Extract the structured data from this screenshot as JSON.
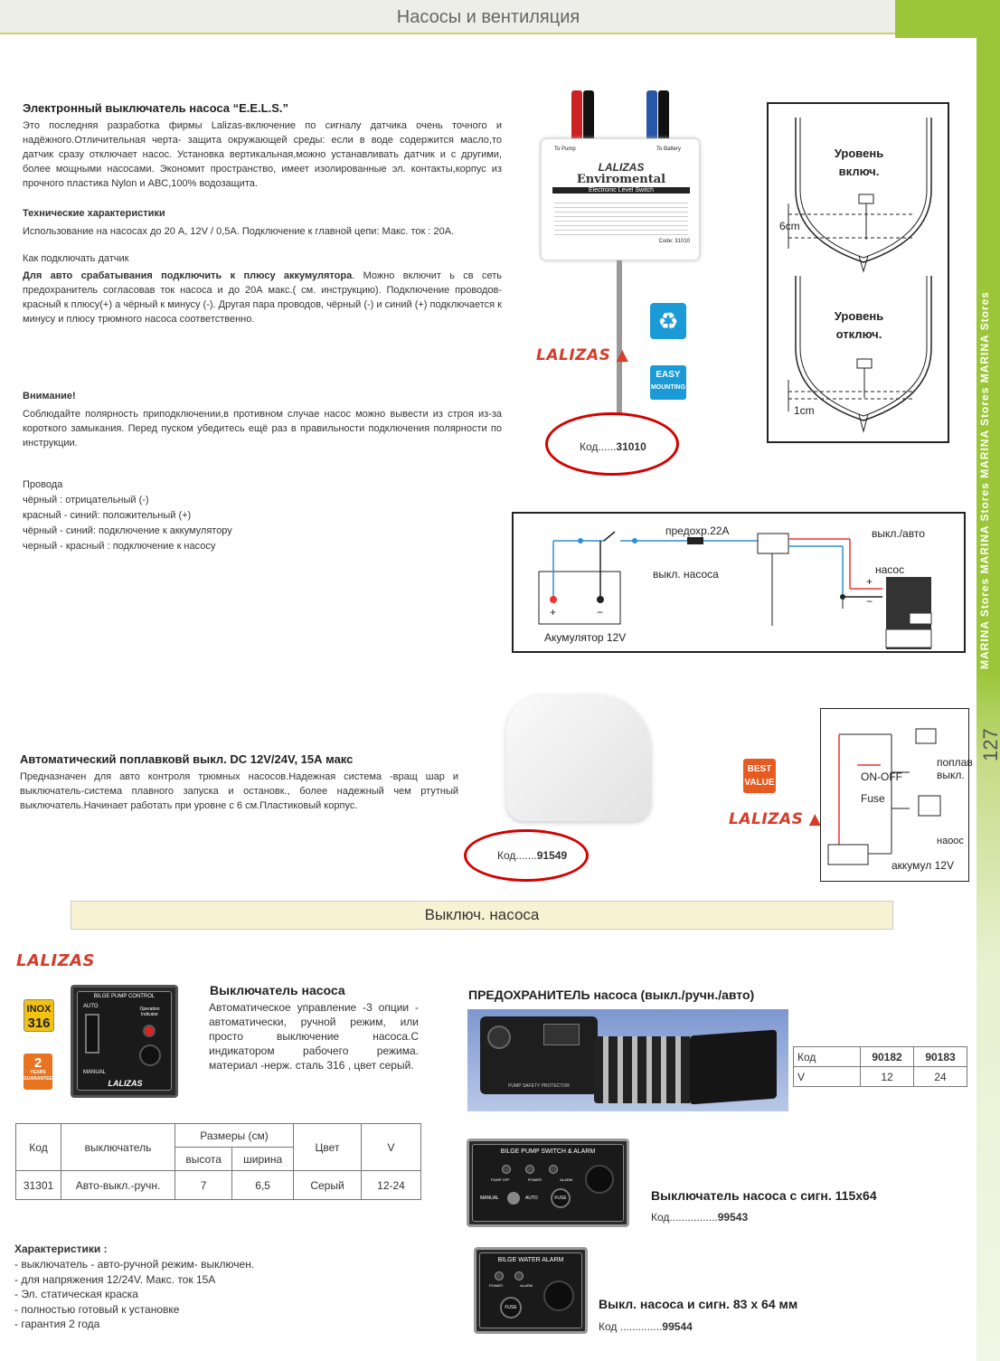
{
  "header": {
    "title": "Насосы и вентиляция"
  },
  "side": {
    "text": "MARINA Stores MARINA Stores MARINA Stores MARINA Stores",
    "page_number": "127"
  },
  "eels": {
    "title": "Электронный  выключатель насоса “E.E.L.S.”",
    "desc": "Это последняя разработка фирмы Lalizas-включение по сигналу датчика очень точного и надёжного.Отличительная черта- защита окружающей среды: если в воде содержится масло,то датчик сразу отключает насос. Установка вертикальная,можно устанавливать датчик и с другими, более мощными насосами. Экономит пространство, имеет изолированные эл. контакты,корпус из пpочного пластика Nylon и ABC,100% водозащита.",
    "tech_title": "Технические характеристики",
    "tech_text": "Использование на насосах до 20 А, 12V / 0,5А. Подключение к главной цепи: Макс. ток : 20А.",
    "connect_title": "Как подключать датчик",
    "connect_bold": "Для авто срабатывания подключить к плюсу аккумулятора",
    "connect_text": ". Можно включит ь св сеть предохранитель согласовав ток насоса и до 20А макс.( см. инструкцию). Подключение проводов- красный к плюсу(+) а чёрный к минусу (-). Другая пара проводов, чёрный (-) и синий (+) подключается к минусу и плюсу трюмного насоса соответственно.",
    "warn_title": "Внимание!",
    "warn_text": "Соблюдайте полярность приподключении,в противном случае насос можно вывести из строя из-за короткого замыкания. Перед пуском убедитесь ещё раз в правильности подключения полярности по инструкции.",
    "wires_title": "Провода",
    "wires": [
      "чёрный : отрицательный (-)",
      "красный - синий: положительный (+)",
      "чёрный - синий: подключение к аккумулятору",
      "черный - красный : подключение к насосу"
    ],
    "kod_label": "Код......",
    "kod_value": "31010",
    "device": {
      "to_pump": "To Pump",
      "to_battery": "To Battery",
      "brand": "LALIZAS",
      "product": "Enviromental",
      "subtitle": "Electronic Level Switch",
      "code": "Code: 31010"
    },
    "level_on": [
      "Уровень",
      "включ."
    ],
    "level_off": [
      "Уровень",
      "отключ."
    ],
    "dim_on": "6cm",
    "dim_off": "1cm",
    "easy_badge": [
      "EASY",
      "MOUNTING"
    ]
  },
  "wiring": {
    "fuse": "предохр.22А",
    "switch_auto": "выкл./авто",
    "pump_switch": "выкл. насоса",
    "pump": "насос",
    "battery": "Акумулятор 12V",
    "plus": "+",
    "minus": "−"
  },
  "float": {
    "title": "Автоматический поплавковй выкл. DC 12V/24V, 15А макс",
    "desc": "Предназначен для авто контроля трюмных насосов.Надежная система -вращ шар и выключатель-система плавного запуска и остановк., более надежный чем ртутный выключатель.Начинает работать при уровне с 6 см.Пластиковый корпус.",
    "kod_label": "Код.......",
    "kod_value": "91549",
    "badge": [
      "BEST",
      "VALUE"
    ],
    "diagram": {
      "float_switch": "поплав",
      "float_switch2": "выкл.",
      "on_off": "ON-OFF",
      "fuse": "Fuse",
      "pump": "наоос",
      "battery": "аккумул 12V"
    }
  },
  "banner": {
    "title": "Выключ. насоса"
  },
  "switch": {
    "brand": "LALIZAS",
    "inox": [
      "INOX",
      "316"
    ],
    "warranty": [
      "2",
      "YEARS",
      "GUARANTEE"
    ],
    "panel_title": "BILGE PUMP CONTROL",
    "panel_auto": "AUTO",
    "panel_manual": "MANUAL",
    "panel_op": "Operation Indicator",
    "title": "Выключатель насоса",
    "desc": "Автоматическое управление -3 опции - автоматически, ручной режим, или просто выключение насоса.С индикатором рабочего режима. материал -нерж. сталь 316 , цвет серый.",
    "table": {
      "h_kod": "Код",
      "h_switch": "выключатель",
      "h_size": "Размеры (см)",
      "h_height": "высота",
      "h_width": "ширина",
      "h_color": "Цвет",
      "h_v": "V",
      "row": [
        "31301",
        "Авто-выкл.-ручн.",
        "7",
        "6,5",
        "Серый",
        "12-24"
      ]
    },
    "char_title": "Характеристики :",
    "chars": [
      "- выключатель - авто-ручной режим- выключен.",
      "- для напряжения 12/24V. Макс. ток 15А",
      "- Эл. статическая краска",
      "- полностью готовый к установке",
      "- гарантия 2 года"
    ]
  },
  "fusebox": {
    "title": "ПРЕДОХРАНИТЕЛЬ насоса",
    "title_suffix": "(выкл./ручн./авто)",
    "photo_label": "PUMP SAFETY PROTECTOR",
    "table": {
      "h_kod": "Код",
      "h_v": "V",
      "codes": [
        "90182",
        "90183"
      ],
      "volts": [
        "12",
        "24"
      ]
    }
  },
  "alarm1": {
    "panel_title": "BILGE PUMP SWITCH & ALARM",
    "labels": [
      "PUMP OFF",
      "POWER",
      "ALARM"
    ],
    "manual": "MANUAL",
    "auto": "AUTO",
    "fuse": "FUSE",
    "title": "Выключатель насоса  с сигн. 115x64",
    "kod_label": "Код................",
    "kod_value": "99543"
  },
  "alarm2": {
    "panel_title": "BILGE WATER ALARM",
    "labels": [
      "POWER",
      "ALARM"
    ],
    "fuse": "FUSE",
    "title": "Выкл. насоса и сигн. 83 x 64 мм",
    "kod_label": "Код ..............",
    "kod_value": "99544"
  },
  "colors": {
    "accent_green": "#9cc63a",
    "banner_bg": "#f7f3d2",
    "oval_red": "#d40000",
    "brand_red": "#d63c2a",
    "wire_blue": "#2a8fd6",
    "wire_red": "#e33"
  }
}
